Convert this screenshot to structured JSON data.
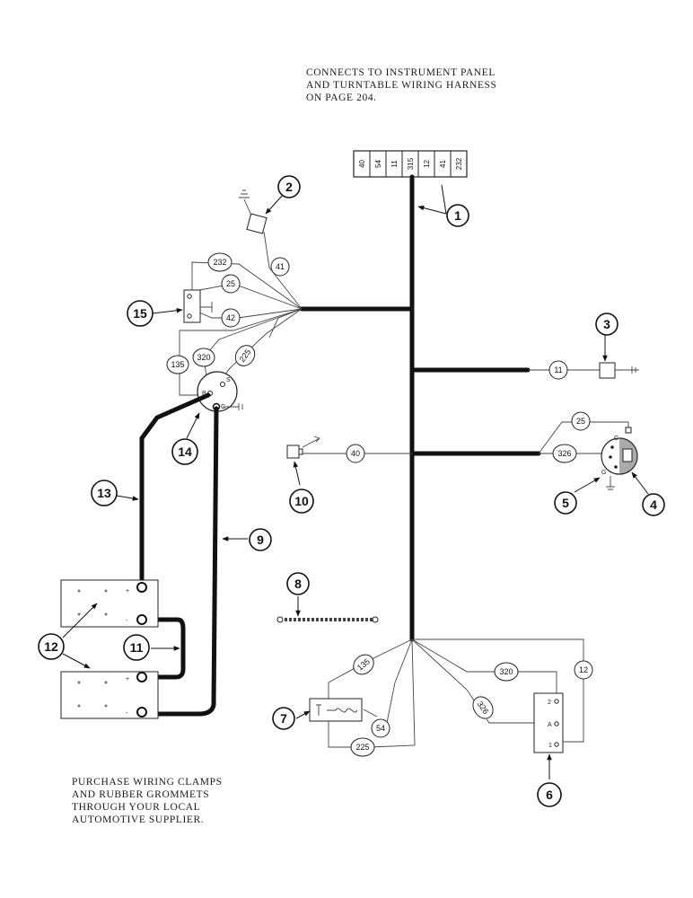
{
  "notes": {
    "top": [
      "CONNECTS TO INSTRUMENT PANEL",
      "AND TURNTABLE WIRING HARNESS",
      "ON PAGE 204."
    ],
    "bottom": [
      "PURCHASE WIRING CLAMPS",
      "AND RUBBER GROMMETS",
      "THROUGH YOUR LOCAL",
      "AUTOMOTIVE SUPPLIER."
    ]
  },
  "connector_block": [
    "40",
    "54",
    "11",
    "315",
    "12",
    "41",
    "232"
  ],
  "wire_labels": {
    "w41": "41",
    "w232": "232",
    "w25a": "25",
    "w42": "42",
    "w135a": "135",
    "w320a": "320",
    "w225a": "225",
    "w11": "11",
    "w25b": "25",
    "w326a": "326",
    "w40": "40",
    "w135b": "135",
    "w320b": "320",
    "w12": "12",
    "w326b": "326",
    "w54": "54",
    "w225b": "225"
  },
  "callouts": {
    "c1": "1",
    "c2": "2",
    "c3": "3",
    "c4": "4",
    "c5": "5",
    "c6": "6",
    "c7": "7",
    "c8": "8",
    "c9": "9",
    "c10": "10",
    "c11": "11",
    "c12": "12",
    "c13": "13",
    "c14": "14",
    "c15": "15"
  },
  "terminal_marks": {
    "switch_s": "S",
    "switch_b": "B",
    "switch_g": "G",
    "reg_c": "C",
    "reg_g": "G",
    "relay_2": "2",
    "relay_a": "A",
    "relay_1": "1",
    "bat_plus": "+",
    "bat_minus": "-"
  }
}
